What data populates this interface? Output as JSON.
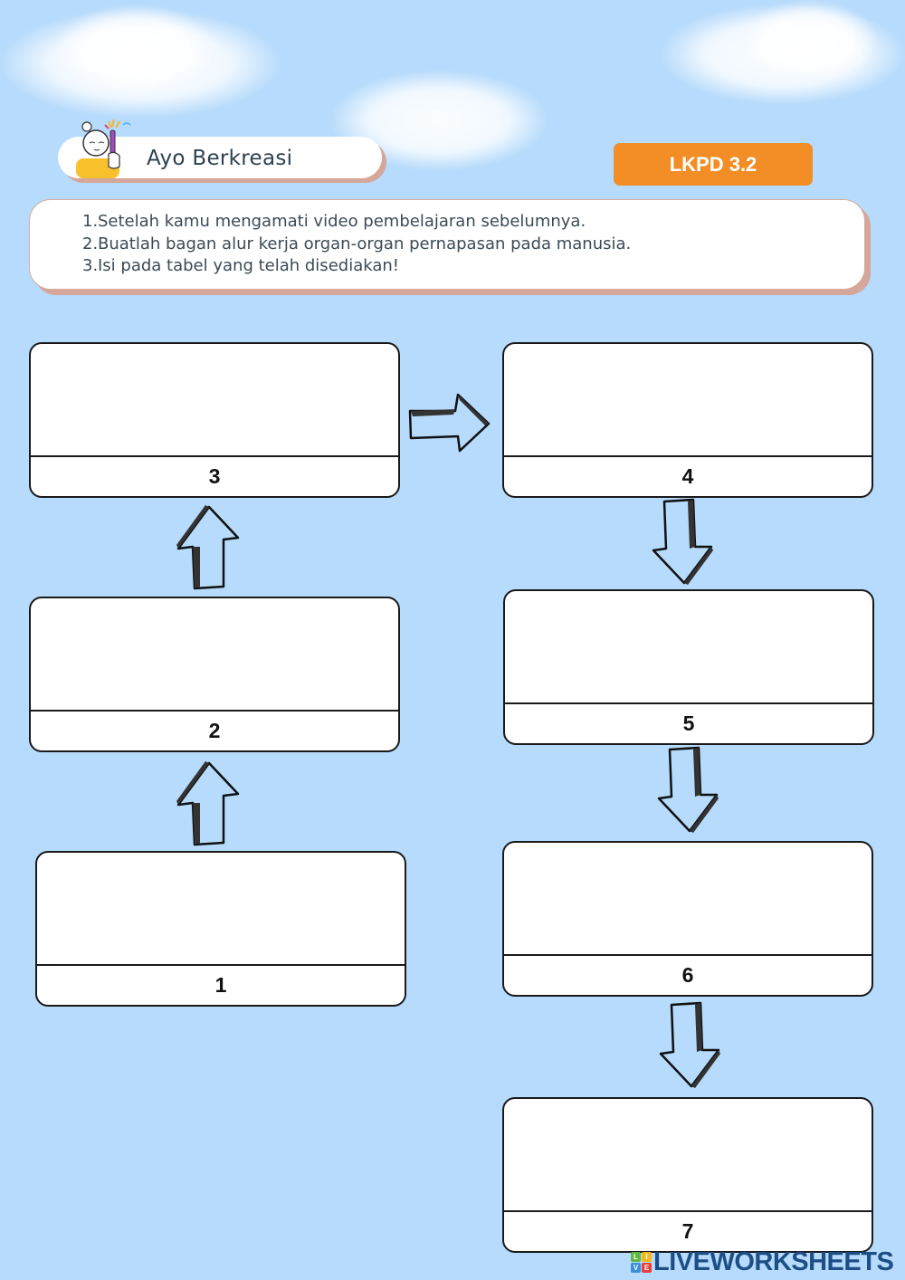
{
  "header": {
    "title": "Ayo Berkreasi",
    "badge": "LKPD 3.2",
    "badge_color": "#f28e25"
  },
  "instructions": {
    "items": [
      {
        "num": "1.",
        "text": "Setelah kamu mengamati video pembelajaran sebelumnya."
      },
      {
        "num": "2.",
        "text": "Buatlah bagan alur kerja organ-organ pernapasan pada manusia."
      },
      {
        "num": "3.",
        "text": "Isi pada tabel yang telah disediakan!"
      }
    ]
  },
  "flowchart": {
    "boxes": [
      {
        "label": "1",
        "answer": ""
      },
      {
        "label": "2",
        "answer": ""
      },
      {
        "label": "3",
        "answer": ""
      },
      {
        "label": "4",
        "answer": ""
      },
      {
        "label": "5",
        "answer": ""
      },
      {
        "label": "6",
        "answer": ""
      },
      {
        "label": "7",
        "answer": ""
      }
    ],
    "arrows": [
      {
        "from": "1",
        "to": "2",
        "direction": "up"
      },
      {
        "from": "2",
        "to": "3",
        "direction": "up"
      },
      {
        "from": "3",
        "to": "4",
        "direction": "right"
      },
      {
        "from": "4",
        "to": "5",
        "direction": "down"
      },
      {
        "from": "5",
        "to": "6",
        "direction": "down"
      },
      {
        "from": "6",
        "to": "7",
        "direction": "down"
      }
    ]
  },
  "watermark": {
    "logo_letters": [
      "L",
      "I",
      "V",
      "E"
    ],
    "text": "LIVEWORKSHEETS"
  },
  "colors": {
    "background": "#b6dbfc",
    "pill_shadow": "#d4a79a",
    "watermark": "#1e4e86"
  }
}
